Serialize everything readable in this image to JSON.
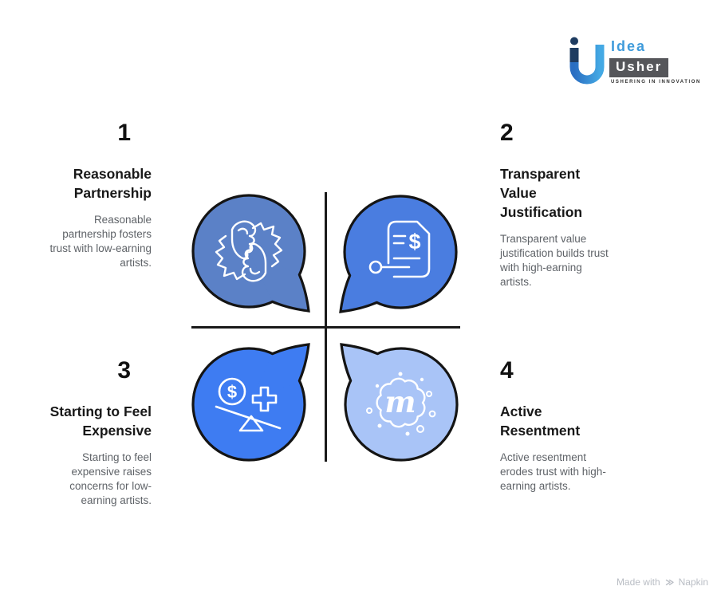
{
  "logo": {
    "brand_top": "Idea",
    "brand_bottom": "Usher",
    "tagline": "USHERING IN INNOVATION"
  },
  "quadrants": [
    {
      "number": "1",
      "title": "Reasonable Partnership",
      "description": "Reasonable partnership fosters trust with low-earning artists."
    },
    {
      "number": "2",
      "title": "Transparent Value Justification",
      "description": "Transparent value justification builds trust with high-earning artists."
    },
    {
      "number": "3",
      "title": "Starting to Feel Expensive",
      "description": "Starting to feel expensive raises concerns for low-earning artists."
    },
    {
      "number": "4",
      "title": "Active Resentment",
      "description": "Active resentment erodes trust with high-earning artists."
    }
  ],
  "bubbles": [
    {
      "icon": "fist-bump",
      "color": "#5b81c7"
    },
    {
      "icon": "price-document",
      "color": "#4a7de0"
    },
    {
      "icon": "cost-balance",
      "color": "#3e7cf2"
    },
    {
      "icon": "community-m-badge",
      "color": "#a9c4f7"
    }
  ],
  "glyphs": {
    "dollar": "$",
    "m": "m"
  },
  "watermark": {
    "prefix": "Made with",
    "brand": "Napkin"
  },
  "colors": {
    "outline": "#141414",
    "icon_stroke": "#ffffff",
    "divider": "#1a1a1a",
    "number": "#111111",
    "title": "#181818",
    "body_text": "#5f6368",
    "watermark_text": "#b9bdc4",
    "logo_navy": "#1e3c61",
    "logo_blue": "#3f9bdb",
    "logo_box_gray": "#55565a"
  }
}
